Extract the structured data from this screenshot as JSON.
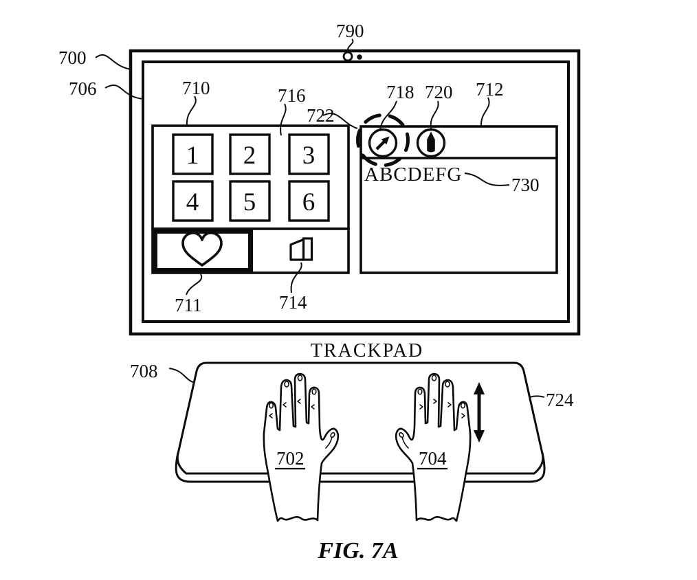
{
  "figure": {
    "caption": "FIG. 7A"
  },
  "colors": {
    "ink": "#0c0c0c",
    "background": "#ffffff"
  },
  "display": {
    "ref": "700",
    "screen_ref": "706",
    "camera_ref": "790"
  },
  "grid_panel": {
    "ref": "710",
    "grid_ref": "716",
    "buttons": [
      "1",
      "2",
      "3",
      "4",
      "5",
      "6"
    ],
    "favorite_ref": "711",
    "pages_ref": "714"
  },
  "right_panel": {
    "ref": "712",
    "selection_ref": "722",
    "cursor_ref": "718",
    "pencil_ref": "720",
    "content_text": "ABCDEFG",
    "content_ref": "730"
  },
  "trackpad": {
    "title": "TRACKPAD",
    "ref": "708",
    "left_hand_ref": "702",
    "right_hand_ref": "704",
    "scroll_ref": "724"
  }
}
